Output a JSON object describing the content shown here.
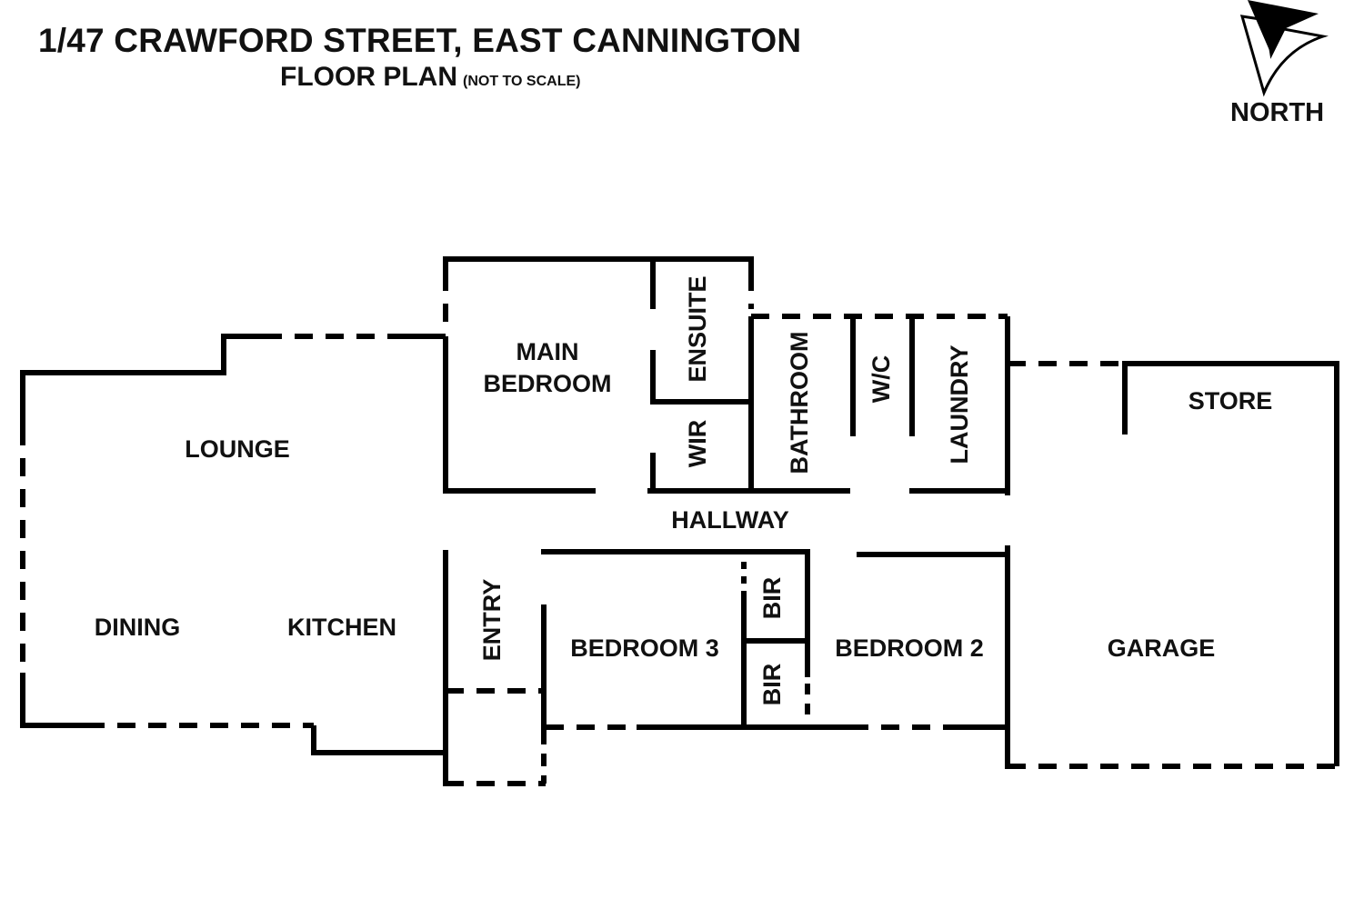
{
  "header": {
    "title": "1/47 CRAWFORD STREET, EAST CANNINGTON",
    "subtitle": "FLOOR PLAN",
    "subtitle_note": "(NOT TO SCALE)"
  },
  "compass": {
    "label": "NORTH",
    "icon": "north-arrow-icon"
  },
  "rooms": {
    "lounge": "LOUNGE",
    "dining": "DINING",
    "kitchen": "KITCHEN",
    "main_bedroom_1": "MAIN",
    "main_bedroom_2": "BEDROOM",
    "ensuite": "ENSUITE",
    "wir": "WIR",
    "bathroom": "BATHROOM",
    "wc": "W/C",
    "laundry": "LAUNDRY",
    "store": "STORE",
    "hallway": "HALLWAY",
    "entry": "ENTRY",
    "bedroom3": "BEDROOM 3",
    "bir_top": "BIR",
    "bir_bottom": "BIR",
    "bedroom2": "BEDROOM 2",
    "garage": "GARAGE"
  }
}
